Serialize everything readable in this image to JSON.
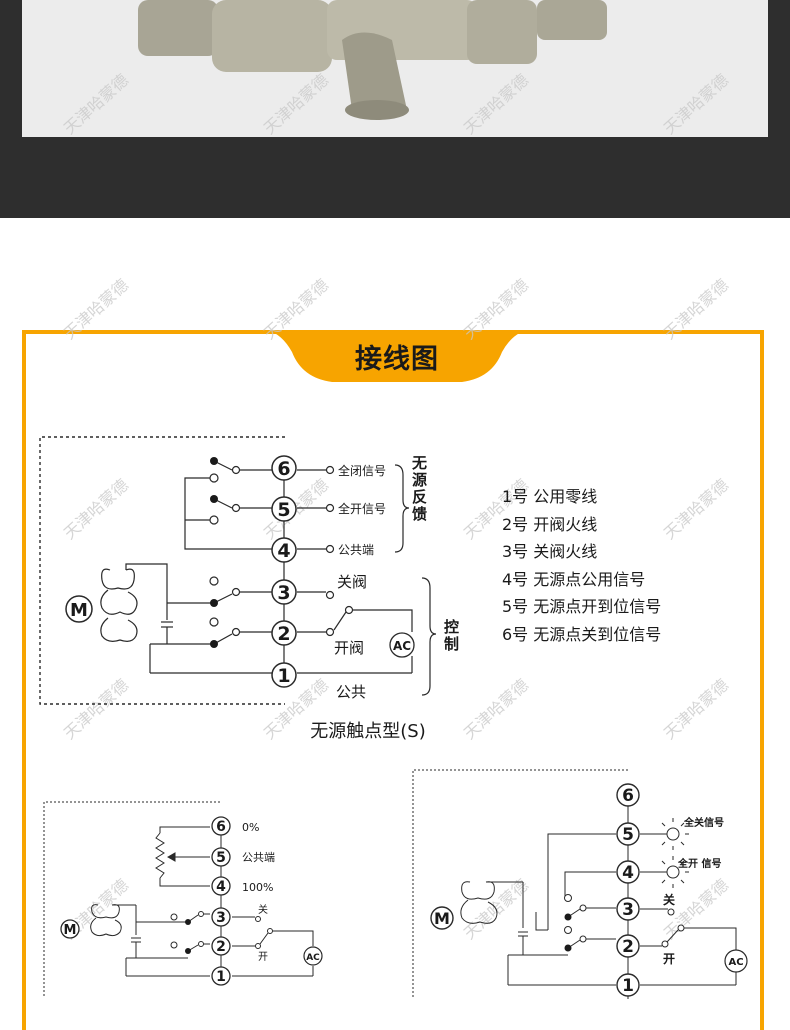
{
  "title": "接线图",
  "watermark": "天津哈蒙德",
  "diagram_s": {
    "caption": "无源触点型(S)",
    "terminals": [
      "6",
      "5",
      "4",
      "3",
      "2",
      "1"
    ],
    "labels": {
      "t6": "全闭信号",
      "t5": "全开信号",
      "t4": "公共端",
      "t3": "关阀",
      "t2": "开阀",
      "t1": "公共"
    },
    "feedback_group": "无源反馈",
    "control_group": "控制",
    "motor": "M",
    "ac": "AC"
  },
  "legend": [
    "1号  公用零线",
    "2号  开阀火线",
    "3号  关阀火线",
    "4号  无源点公用信号",
    "5号  无源点开到位信号",
    "6号  无源点关到位信号"
  ],
  "diagram_pot": {
    "terminals": [
      "6",
      "5",
      "4",
      "3",
      "2",
      "1"
    ],
    "labels": {
      "t6": "0%",
      "t5": "公共端",
      "t4": "100%",
      "t3": "关",
      "t2": "开"
    },
    "motor": "M",
    "ac": "AC"
  },
  "diagram_lamp": {
    "terminals": [
      "6",
      "5",
      "4",
      "3",
      "2",
      "1"
    ],
    "labels": {
      "t5": "全关信号",
      "t4": "全开 信号",
      "t3": "关",
      "t2": "开"
    },
    "motor": "M",
    "ac": "AC"
  }
}
